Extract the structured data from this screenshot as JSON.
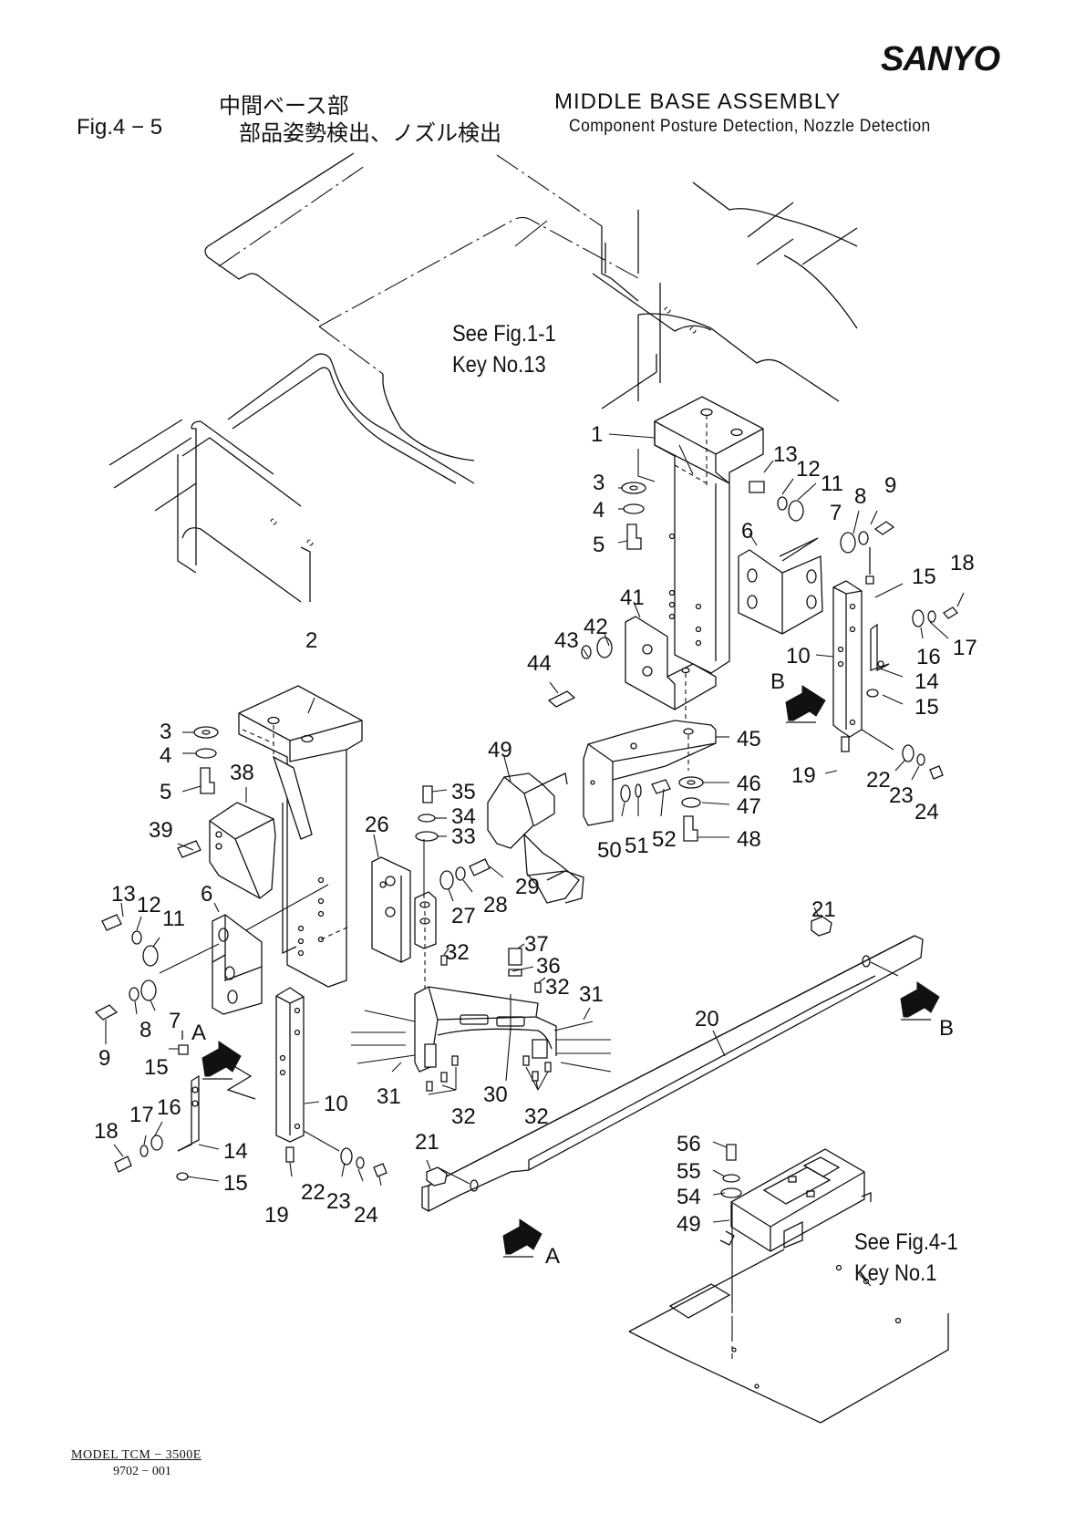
{
  "header": {
    "brand": "SANYO",
    "figure_number": "Fig.4 − 5",
    "title_jp_line1": "中間ベース部",
    "title_jp_line2": "部品姿勢検出、ノズル検出",
    "title_en_line1": "MIDDLE BASE ASSEMBLY",
    "title_en_line2": "Component Posture Detection, Nozzle Detection"
  },
  "references": [
    {
      "line1": "See Fig.1-1",
      "line2": "Key No.13"
    },
    {
      "line1": "See Fig.4-1",
      "line2": "Key No.1"
    }
  ],
  "view_markers": [
    "A",
    "B",
    "A",
    "B"
  ],
  "callouts": {
    "upper_right_assembly": [
      "1",
      "3",
      "4",
      "5",
      "13",
      "12",
      "11",
      "7",
      "8",
      "9",
      "6",
      "15",
      "18",
      "41",
      "42",
      "43",
      "44",
      "10",
      "16",
      "17",
      "14",
      "15",
      "19",
      "22",
      "23",
      "24"
    ],
    "center_assembly": [
      "45",
      "46",
      "47",
      "48",
      "49",
      "50",
      "51",
      "52",
      "35",
      "34",
      "33",
      "26",
      "27",
      "28",
      "29"
    ],
    "left_assembly": [
      "2",
      "3",
      "4",
      "5",
      "38",
      "39",
      "13",
      "12",
      "11",
      "6",
      "7",
      "8",
      "9",
      "10",
      "15",
      "16",
      "17",
      "18",
      "14",
      "15",
      "19",
      "22",
      "23",
      "24"
    ],
    "bracket_assembly": [
      "32",
      "37",
      "36",
      "32",
      "31",
      "30",
      "31",
      "32",
      "32",
      "20",
      "21",
      "21"
    ],
    "lower_right_assembly": [
      "56",
      "55",
      "54",
      "49"
    ]
  },
  "footer": {
    "model": "MODEL  TCM − 3500E",
    "code": "9702 − 001"
  }
}
